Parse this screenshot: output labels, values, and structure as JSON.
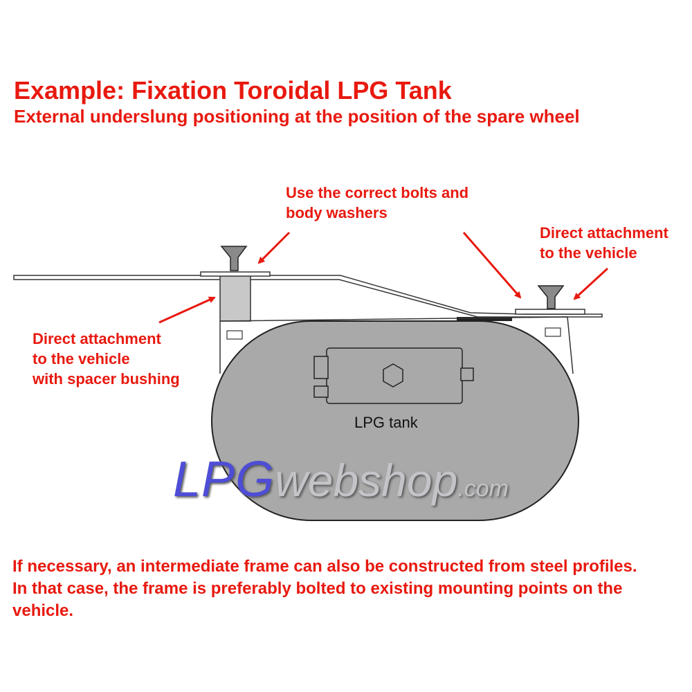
{
  "title": "Example: Fixation Toroidal LPG Tank",
  "subtitle": "External underslung positioning at the position of the spare wheel",
  "annotations": {
    "bolts": [
      "Use the correct bolts and",
      "body washers"
    ],
    "right_attachment": [
      "Direct attachment",
      "to the vehicle"
    ],
    "left_attachment": [
      "Direct attachment",
      "to the vehicle",
      "with spacer bushing"
    ]
  },
  "tank_label": "LPG tank",
  "watermark": {
    "part1": "LPG",
    "part2": "webshop",
    "part3": ".com"
  },
  "note": [
    "If necessary, an intermediate frame can also be constructed from steel profiles.",
    "In that case, the frame is preferably bolted to existing mounting points on the",
    "vehicle."
  ],
  "colors": {
    "accent": "#e8190f",
    "tank_fill": "#a9a9a9",
    "watermark_blue": "#4d4dd6"
  }
}
